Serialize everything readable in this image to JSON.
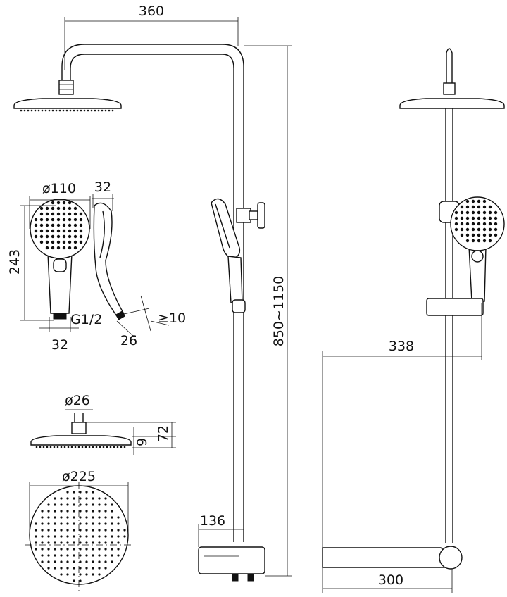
{
  "title": "Shower system dimension drawing",
  "dimensions": {
    "arm_reach": "360",
    "handshower_diameter": "ø110",
    "handshower_depth": "32",
    "handshower_length": "243",
    "thread": "G1/2",
    "handle_width": "32",
    "hose_connector": "26",
    "min_clearance": "≥10",
    "height_range": "850~1150",
    "wall_to_handshower": "338",
    "head_connector_diameter": "ø26",
    "head_thickness": "9",
    "head_height": "72",
    "head_diameter": "ø225",
    "mixer_offset": "136",
    "mixer_depth": "300"
  }
}
